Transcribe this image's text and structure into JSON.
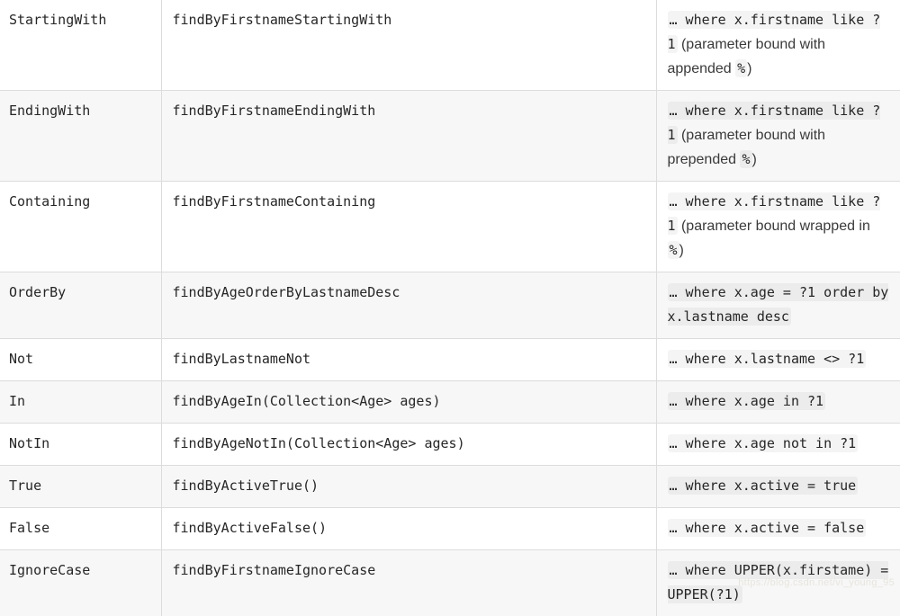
{
  "table": {
    "rows": [
      {
        "keyword": "StartingWith",
        "method": "findByFirstnameStartingWith",
        "jpql": [
          {
            "code": "… where x.firstname like ?1"
          },
          {
            "text": " (parameter bound with appended "
          },
          {
            "code": "%"
          },
          {
            "text": ")"
          }
        ]
      },
      {
        "keyword": "EndingWith",
        "method": "findByFirstnameEndingWith",
        "jpql": [
          {
            "code": "… where x.firstname like ?1"
          },
          {
            "text": " (parameter bound with prepended "
          },
          {
            "code": "%"
          },
          {
            "text": ")"
          }
        ]
      },
      {
        "keyword": "Containing",
        "method": "findByFirstnameContaining",
        "jpql": [
          {
            "code": "… where x.firstname like ?1"
          },
          {
            "text": " (parameter bound wrapped in "
          },
          {
            "code": "%"
          },
          {
            "text": ")"
          }
        ]
      },
      {
        "keyword": "OrderBy",
        "method": "findByAgeOrderByLastnameDesc",
        "jpql": [
          {
            "code": "… where x.age = ?1 order by x.lastname desc"
          }
        ]
      },
      {
        "keyword": "Not",
        "method": "findByLastnameNot",
        "jpql": [
          {
            "code": "… where x.lastname <> ?1"
          }
        ]
      },
      {
        "keyword": "In",
        "method": "findByAgeIn(Collection<Age> ages)",
        "jpql": [
          {
            "code": "… where x.age in ?1"
          }
        ]
      },
      {
        "keyword": "NotIn",
        "method": "findByAgeNotIn(Collection<Age> ages)",
        "jpql": [
          {
            "code": "… where x.age not in ?1"
          }
        ]
      },
      {
        "keyword": "True",
        "method": "findByActiveTrue()",
        "jpql": [
          {
            "code": "… where x.active = true"
          }
        ]
      },
      {
        "keyword": "False",
        "method": "findByActiveFalse()",
        "jpql": [
          {
            "code": "… where x.active = false"
          }
        ]
      },
      {
        "keyword": "IgnoreCase",
        "method": "findByFirstnameIgnoreCase",
        "jpql": [
          {
            "code": "… where UPPER(x.firstame) = UPPER(?1)"
          }
        ]
      }
    ]
  },
  "watermark": "https://blog.csdn.net/vi_young_95",
  "colors": {
    "row_alt_background": "#f7f7f7",
    "border": "#dcdcdc",
    "code_text": "#262626",
    "body_text": "#3a3a3a",
    "inline_code_chip": "rgba(0,0,0,0.045)",
    "watermark_text": "#e7e5de"
  }
}
